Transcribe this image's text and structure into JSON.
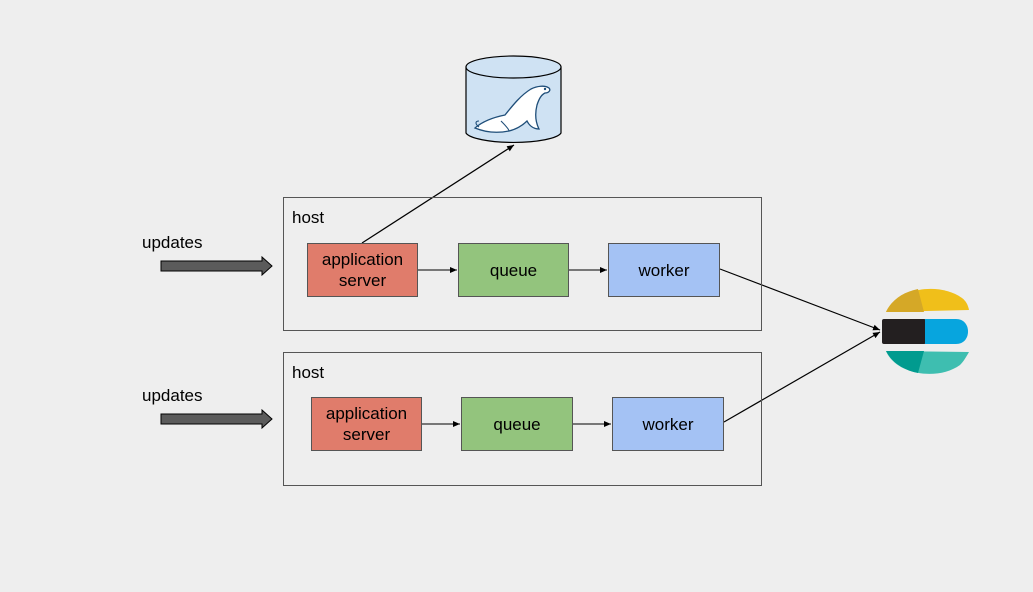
{
  "diagram": {
    "database": {
      "icon": "mariadb-seal-icon",
      "fill": "#cfe2f3"
    },
    "search_engine": {
      "icon": "elasticsearch-logo-icon"
    },
    "hosts": [
      {
        "label": "host",
        "app_label": "application\nserver",
        "queue_label": "queue",
        "worker_label": "worker",
        "input_label": "updates"
      },
      {
        "label": "host",
        "app_label": "application\nserver",
        "queue_label": "queue",
        "worker_label": "worker",
        "input_label": "updates"
      }
    ],
    "colors": {
      "app": "#e07c6b",
      "queue": "#93c47d",
      "worker": "#a4c2f4",
      "arrow": "#555555"
    }
  }
}
